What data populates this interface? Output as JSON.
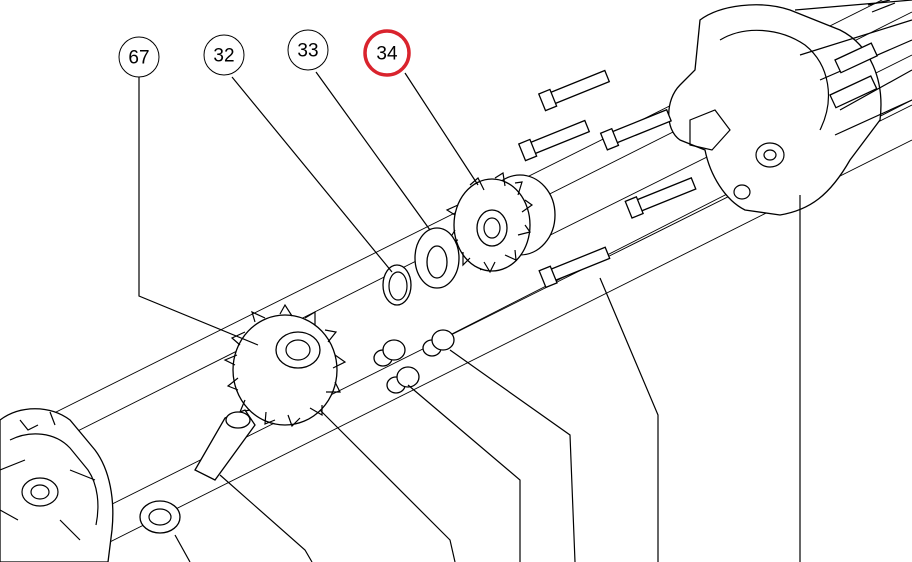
{
  "callouts": [
    {
      "id": "67"
    },
    {
      "id": "32"
    },
    {
      "id": "33"
    },
    {
      "id": "34",
      "highlighted": true
    }
  ],
  "colors": {
    "line": "#000000",
    "background": "#ffffff",
    "highlight_ring": "#d9232d"
  }
}
